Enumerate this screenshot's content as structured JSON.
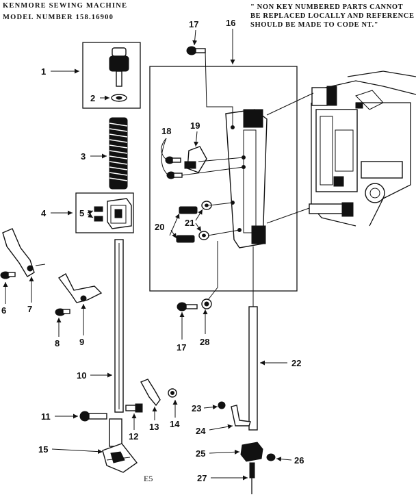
{
  "header": {
    "title_line1": "KENMORE SEWING MACHINE",
    "title_line2": "MODEL NUMBER 158.16900"
  },
  "note": {
    "line1": "\" NON KEY NUMBERED PARTS CANNOT",
    "line2": "BE REPLACED LOCALLY AND REFERENCE",
    "line3": "SHOULD BE MADE TO CODE NT.\""
  },
  "page_number": "E5",
  "callouts": {
    "c1": "1",
    "c2": "2",
    "c3": "3",
    "c4": "4",
    "c5": "5",
    "c6": "6",
    "c7": "7",
    "c8": "8",
    "c9": "9",
    "c10": "10",
    "c11": "11",
    "c12": "12",
    "c13": "13",
    "c14": "14",
    "c15": "15",
    "c16": "16",
    "c17a": "17",
    "c17b": "17",
    "c18": "18",
    "c19": "19",
    "c20": "20",
    "c21": "21",
    "c22": "22",
    "c23": "23",
    "c24": "24",
    "c25": "25",
    "c26": "26",
    "c27": "27",
    "c28": "28"
  }
}
